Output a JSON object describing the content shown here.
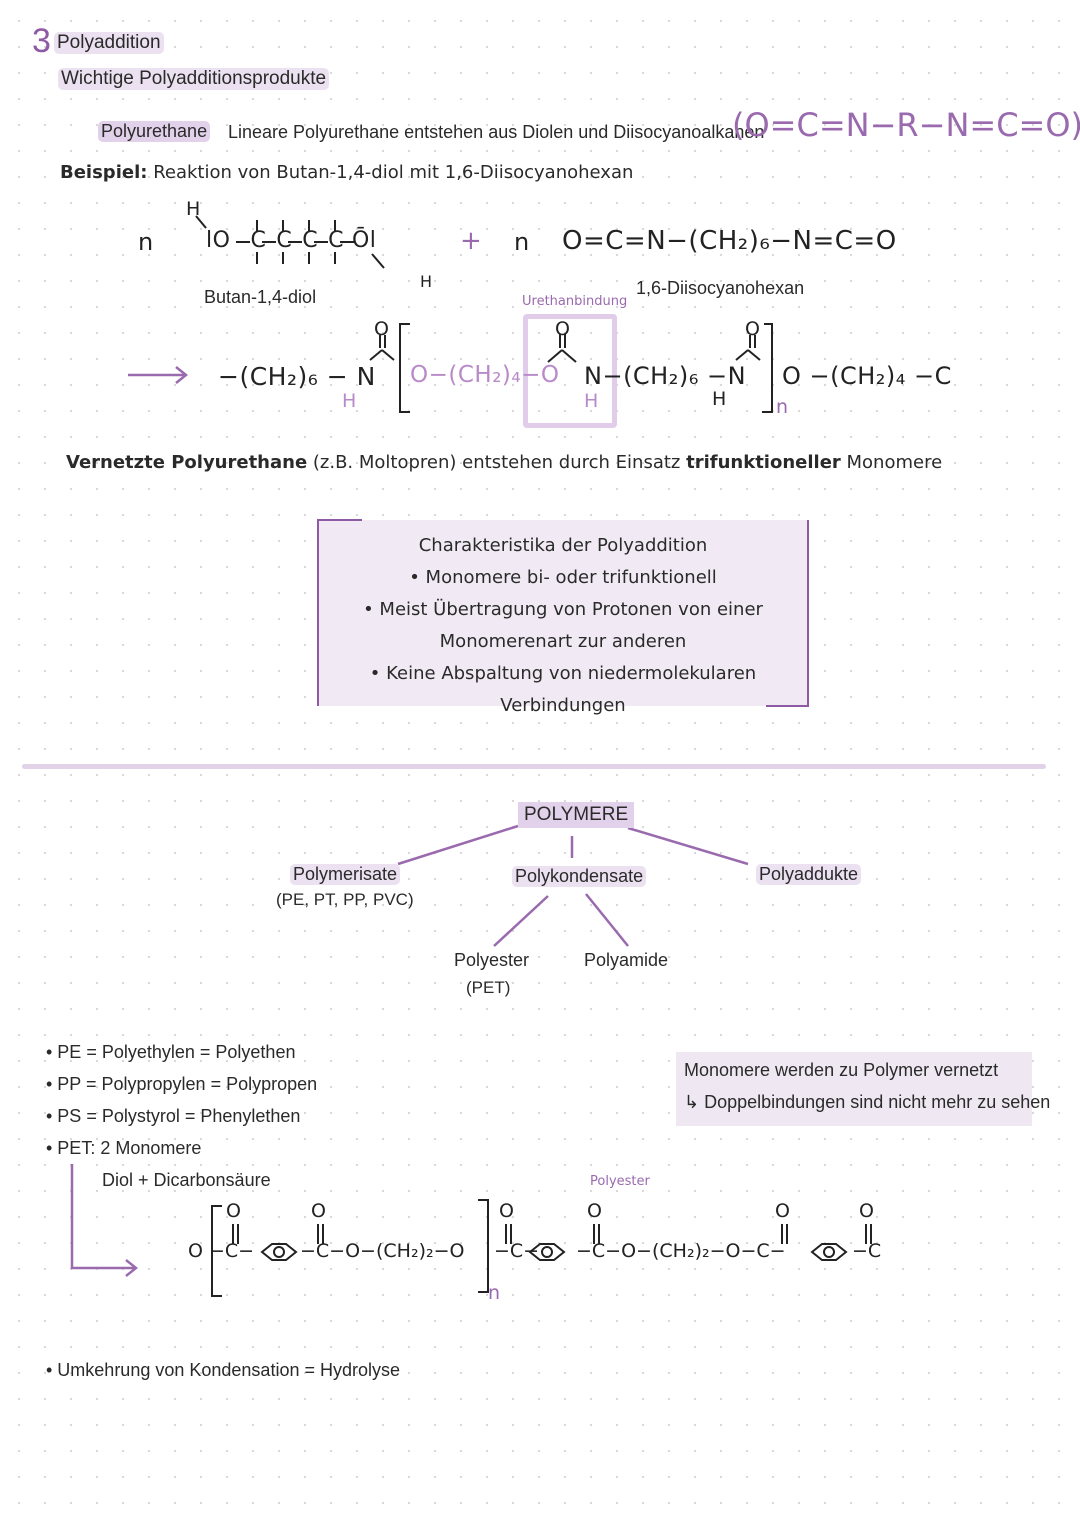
{
  "header": {
    "number": "3",
    "title": "Polyaddition",
    "subtitle": "Wichtige Polyadditionsprodukte"
  },
  "polyurethane": {
    "label": "Polyurethane",
    "description": "Lineare Polyurethane entstehen aus Diolen und Diisocyanoalkanen",
    "general_formula": "(O=C=N−R−N=C=O)",
    "example_prefix": "Beispiel:",
    "example_text": "Reaktion von Butan-1,4-diol mit 1,6-Diisocyanohexan",
    "reactant1_coef": "n",
    "reactant1_name": "Butan-1,4-diol",
    "plus": "+",
    "reactant2_coef": "n",
    "reactant2_formula": "O=C=N−(CH₂)₆−N=C=O",
    "reactant2_name": "1,6-Diisocyanohexan",
    "urethane_label": "Urethanbindung",
    "product_left": "−(CH₂)₆ − N",
    "product_mid": "O−(CH₂)₄−O",
    "product_right": "N−(CH₂)₆ −N",
    "product_end": "O −(CH₂)₄ −C",
    "subscript_n": "n",
    "h_atom": "H",
    "o_atom": "O"
  },
  "crosslinked": {
    "bold_part": "Vernetzte Polyurethane",
    "normal_part1": " (z.B. Moltopren) entstehen durch Einsatz ",
    "bold_part2": "trifunktioneller",
    "normal_part2": " Monomere"
  },
  "characteristics": {
    "title": "Charakteristika der Polyaddition",
    "items": [
      "• Monomere bi- oder trifunktionell",
      "• Meist Übertragung von Protonen von einer",
      "Monomerenart zur anderen",
      "• Keine Abspaltung von niedermolekularen Verbindungen"
    ]
  },
  "tree": {
    "root": "POLYMERE",
    "left": "Polymerisate",
    "left_sub": "(PE, PT, PP, PVC)",
    "middle": "Polykondensate",
    "right": "Polyaddukte",
    "mid_left": "Polyester",
    "mid_left_sub": "(PET)",
    "mid_right": "Polyamide"
  },
  "abbreviations": [
    "• PE = Polyethylen = Polyethen",
    "• PP = Polypropylen = Polypropen",
    "• PS = Polystyrol = Phenylethen",
    "• PET: 2 Monomere"
  ],
  "pet_line": "Diol + Dicarbonsäure",
  "note": {
    "line1": "Monomere werden zu Polymer vernetzt",
    "line2": "↳ Doppelbindungen sind nicht mehr zu sehen"
  },
  "polyester_label": "Polyester",
  "pet_formula": {
    "part1": "O −C−",
    "part2": "−C−O−(CH₂)₂−O",
    "part3": "−C−",
    "part4": "−C−O−(CH₂)₂−O−C−",
    "part5": "−C",
    "carbonyl": "O"
  },
  "footer": "• Umkehrung von Kondensation = Hydrolyse",
  "colors": {
    "accent": "#9a6aae",
    "highlight": "#ebe1f0",
    "box": "#f1eaf4"
  }
}
